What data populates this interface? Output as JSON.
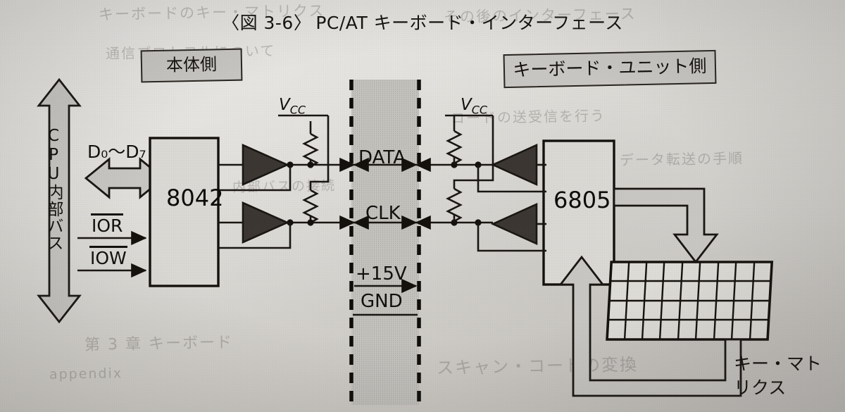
{
  "figure": {
    "title": "〈図 3-6〉PC/AT キーボード・インターフェース",
    "title_tag": "〈図 3-6〉",
    "title_text": "PC/AT キーボード・インターフェース"
  },
  "side_labels": {
    "host": "本体側",
    "keyboard": "キーボード・ユニット側"
  },
  "host_side": {
    "bus_label": "CPU内部バス",
    "data_bus": "D₀〜D₇",
    "data_bus_plain": "D0〜D7",
    "control_signals": [
      {
        "name": "IOR",
        "overline": true
      },
      {
        "name": "IOW",
        "overline": true
      }
    ],
    "chip": "8042",
    "vcc": "V",
    "vcc_sub": "CC"
  },
  "keyboard_side": {
    "chip": "6805",
    "vcc": "V",
    "vcc_sub": "CC",
    "matrix_label_line1": "キー・マト",
    "matrix_label_line2": "リクス",
    "matrix_label": "キー・マトリクス",
    "matrix_rows": 4,
    "matrix_cols": 9
  },
  "cable": {
    "signals": [
      {
        "label": "DATA",
        "direction": "bidirectional"
      },
      {
        "label": "CLK",
        "direction": "bidirectional"
      },
      {
        "label": "+15V",
        "direction": "right"
      },
      {
        "label": "GND",
        "direction": "none"
      }
    ]
  },
  "colors": {
    "ink": "#12100d",
    "paper": "#dedcd7",
    "fill_gray": "#c9c7c3",
    "cable_gray": "#c4c2bd",
    "buffer_fill": "#3c3733"
  },
  "ghost_text": [
    "キーボードのキー・マトリクス",
    "その後のインターフェース",
    "通信プロトコルについて",
    "コードの送受信を行う",
    "第 3 章  キーボード",
    "スキャン・コードの変換",
    "データ転送の手順",
    "appendix",
    "内部バスの接続"
  ]
}
